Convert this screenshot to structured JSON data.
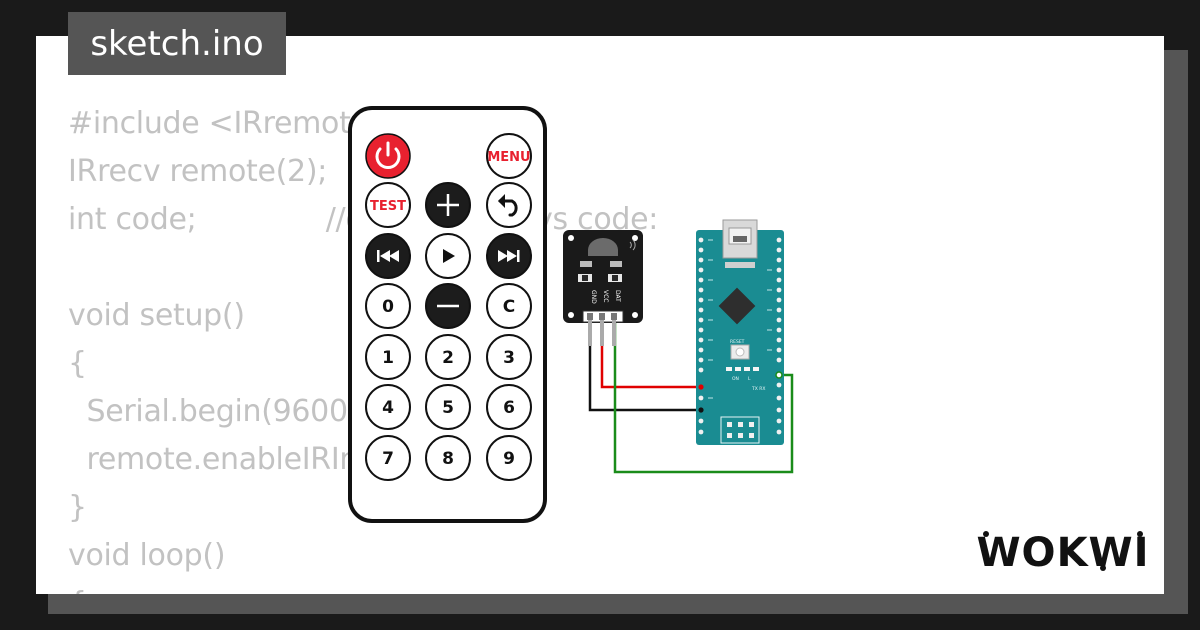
{
  "tab": {
    "filename": "sketch.ino"
  },
  "code_lines": [
    "#include <IRremote.h>",
    "IRrecv remote(2);",
    "int code;              //decode IR keys code:",
    "",
    "void setup()",
    "{",
    "  Serial.begin(9600);",
    "  remote.enableIRIn();",
    "}",
    "void loop()",
    "{"
  ],
  "remote": {
    "power_label": "",
    "menu_label": "MENU",
    "test_label": "TEST",
    "play_label": "▶",
    "c_label": "C",
    "digits": [
      "0",
      "1",
      "2",
      "3",
      "4",
      "5",
      "6",
      "7",
      "8",
      "9"
    ]
  },
  "ir_sensor": {
    "pin_gnd": "GND",
    "pin_vcc": "VCC",
    "pin_dat": "DAT"
  },
  "nano": {
    "reset_label": "RESET",
    "on_label": "ON",
    "l_label": "L",
    "txrx_label": "TX RX"
  },
  "brand": {
    "logo_text": "WOKWI"
  },
  "colors": {
    "wire_red": "#e00000",
    "wire_black": "#111111",
    "wire_green": "#1a8c1a",
    "board": "#1a8c92"
  }
}
